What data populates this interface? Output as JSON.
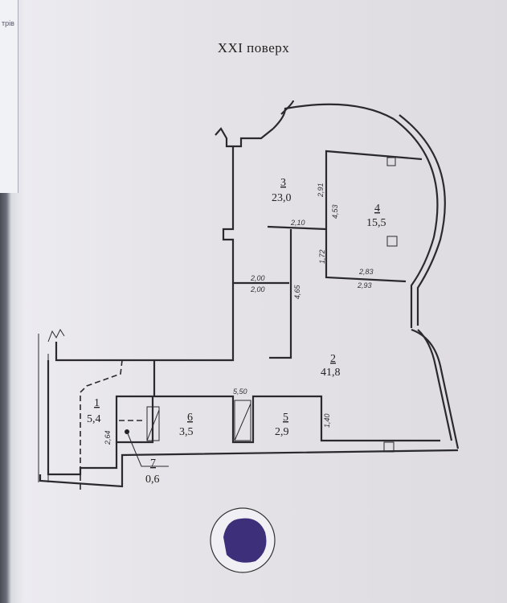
{
  "page": {
    "title": "XXI поверх",
    "left_page_fragment": "трів"
  },
  "rooms": [
    {
      "number": "1",
      "area": "5,4"
    },
    {
      "number": "2",
      "area": "41,8"
    },
    {
      "number": "3",
      "area": "23,0"
    },
    {
      "number": "4",
      "area": "15,5"
    },
    {
      "number": "5",
      "area": "2,9"
    },
    {
      "number": "6",
      "area": "3,5"
    },
    {
      "number": "7",
      "area": "0,6"
    }
  ],
  "dimensions": {
    "d291": "2,91",
    "d453": "4,53",
    "d210": "2,10",
    "d172": "1,72",
    "d283": "2,83",
    "d293": "2,93",
    "d200a": "2,00",
    "d200b": "2,00",
    "d465": "4,65",
    "d550": "5,50",
    "d140": "1,40",
    "d264": "2,64"
  },
  "colors": {
    "stamp": "#2a1a6e",
    "ink": "#2a2a2e"
  }
}
